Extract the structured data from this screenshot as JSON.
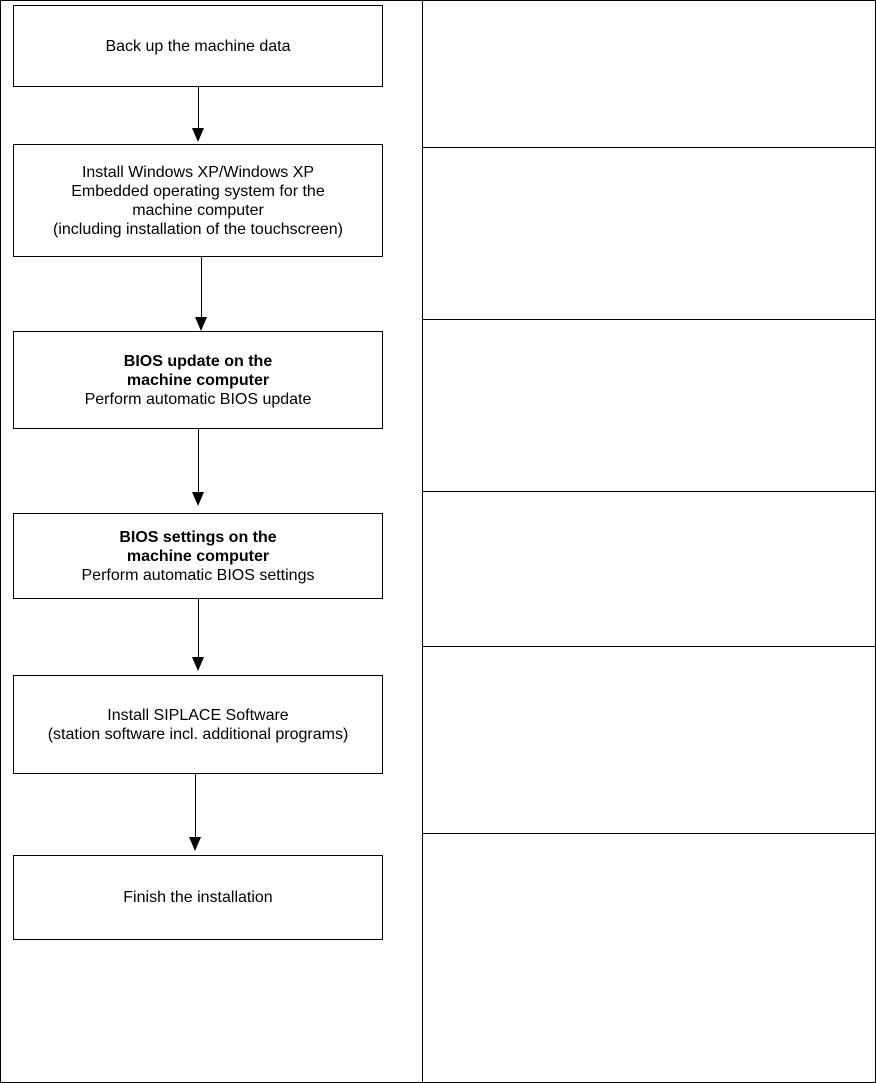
{
  "flowchart": {
    "steps": [
      {
        "lines": [
          "Back up the machine data"
        ]
      },
      {
        "lines": [
          "Install Windows XP/Windows XP",
          "Embedded operating system for the",
          "machine computer",
          "(including installation of the touchscreen)"
        ]
      },
      {
        "bold_lines": [
          "BIOS update on the",
          "machine computer"
        ],
        "lines": [
          "Perform automatic BIOS update"
        ]
      },
      {
        "bold_lines": [
          "BIOS settings on the",
          "machine computer"
        ],
        "lines": [
          "Perform automatic  BIOS settings"
        ]
      },
      {
        "lines": [
          "Install SIPLACE Software",
          "(station software incl. additional programs)"
        ]
      },
      {
        "lines": [
          "Finish the installation"
        ]
      }
    ]
  }
}
